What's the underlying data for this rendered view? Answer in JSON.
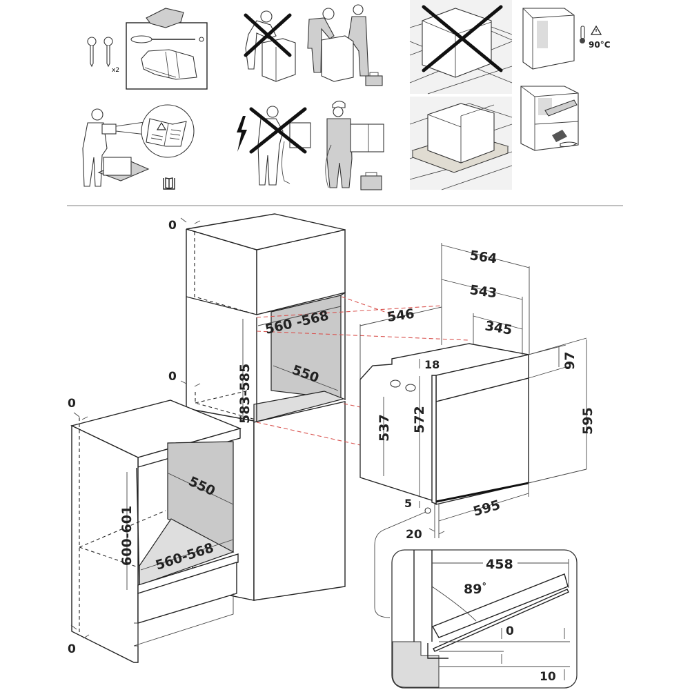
{
  "colors": {
    "line": "#222222",
    "guide_red": "#d9534f",
    "cavity_grey": "#c9c9c9",
    "floor_grey": "#e6e6e6"
  },
  "top_panels": {
    "accessories": {
      "screws_count": "x2",
      "icons": [
        "screw-icon",
        "spacer-clip-icon",
        "screwdriver-icon",
        "gloves-icon"
      ]
    },
    "read_manual": {
      "icons": [
        "person-reading-icon",
        "warning-triangle-icon",
        "manual-book-icon"
      ]
    },
    "lift_alone_forbidden": {
      "icons": [
        "person-lifting-icon",
        "cross-icon"
      ]
    },
    "lift_two_people": {
      "icons": [
        "two-workers-icon",
        "toolbox-icon"
      ]
    },
    "electric_shock_forbidden": {
      "icons": [
        "lightning-icon",
        "person-wiring-icon",
        "cross-icon"
      ]
    },
    "qualified_electrician": {
      "icons": [
        "electrician-icon",
        "toolbox-icon"
      ]
    },
    "oven_on_floor_forbidden": {
      "icons": [
        "oven-icon",
        "cross-icon"
      ]
    },
    "oven_on_pad": {
      "icons": [
        "oven-icon",
        "foam-pad-icon"
      ]
    },
    "cabinet_heat": {
      "temperature": "90°C",
      "icons": [
        "cabinet-icon",
        "thermometer-icon",
        "warning-triangle-icon"
      ]
    },
    "cabinet_clean": {
      "icons": [
        "cabinet-icon",
        "vacuum-icon",
        "dustpan-icon"
      ]
    }
  },
  "tall_cabinet": {
    "gap_top": "0",
    "gap_middle": "0",
    "niche_width": "560 -568",
    "niche_depth": "550",
    "niche_height": "583-585"
  },
  "base_cabinet": {
    "gap_top": "0",
    "gap_bottom": "0",
    "niche_width": "560-568",
    "niche_depth": "550",
    "niche_height": "600-601"
  },
  "oven": {
    "depth_total": "564",
    "depth_543": "543",
    "depth_345": "345",
    "body_depth": "546",
    "top_offset": "18",
    "panel_height": "97",
    "front_height": "595",
    "body_height_537": "537",
    "body_height_572": "572",
    "front_width": "595",
    "bottom_offset": "5",
    "door_thickness": "20"
  },
  "door_detail": {
    "door_length": "458",
    "open_angle": "89",
    "degree_symbol": "°",
    "clearance_top": "0",
    "clearance_bottom": "10"
  }
}
